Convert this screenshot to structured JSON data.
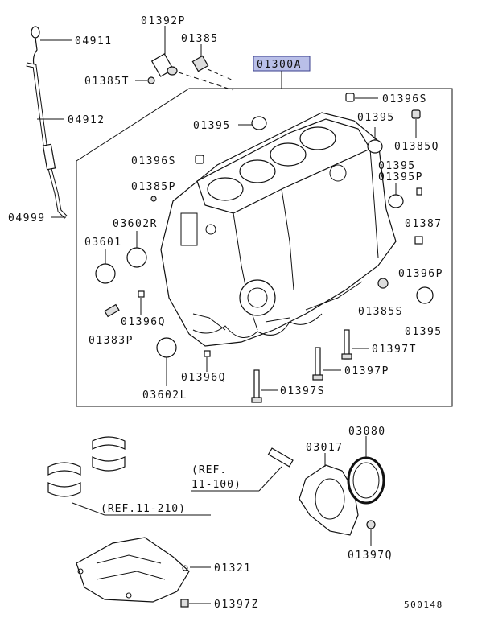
{
  "diagram": {
    "main_part": "01300A",
    "highlight_color": "#b9bfe8",
    "labels": {
      "p04911": "04911",
      "p04912": "04912",
      "p04999": "04999",
      "p01392P": "01392P",
      "p01385": "01385",
      "p01385T": "01385T",
      "p01396S_top": "01396S",
      "p01395_a": "01395",
      "p01395_b": "01395",
      "p01385Q": "01385Q",
      "p01396S_left": "01396S",
      "p01395_c": "01395",
      "p01395P": "01395P",
      "p01385P": "01385P",
      "p01387": "01387",
      "p03602R": "03602R",
      "p03601": "03601",
      "p01396P": "01396P",
      "p01383P": "01383P",
      "p01396Q_a": "01396Q",
      "p01385S": "01385S",
      "p01395_d": "01395",
      "p01397T": "01397T",
      "p01397P": "01397P",
      "p01396Q_b": "01396Q",
      "p03602L": "03602L",
      "p01397S": "01397S",
      "p03080": "03080",
      "p03017": "03017",
      "ref_11_100": "(REF.",
      "ref_11_100b": "11-100)",
      "ref_11_210": "(REF.11-210)",
      "p01397Q": "01397Q",
      "p01321": "01321",
      "p01397Z": "01397Z",
      "figure_id": "500148"
    }
  }
}
